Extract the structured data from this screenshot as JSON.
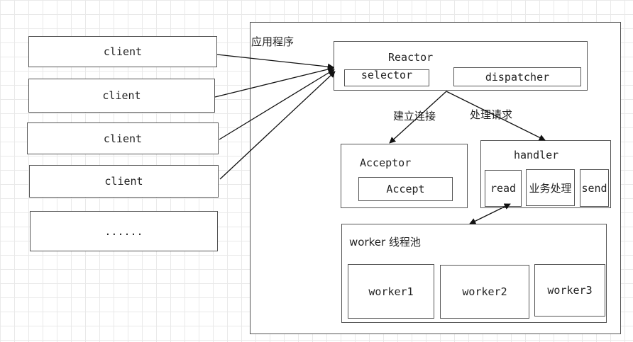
{
  "clients": [
    "client",
    "client",
    "client",
    "client",
    "......"
  ],
  "app": {
    "title": "应用程序"
  },
  "reactor": {
    "title": "Reactor",
    "selector": "selector",
    "dispatcher": "dispatcher"
  },
  "edges": {
    "connect": "建立连接",
    "process": "处理请求"
  },
  "acceptor": {
    "title": "Acceptor",
    "accept": "Accept"
  },
  "handler": {
    "title": "handler",
    "read": "read",
    "business": "业务处理",
    "send": "send"
  },
  "pool": {
    "title": "worker 线程池",
    "workers": [
      "worker1",
      "worker2",
      "worker3"
    ]
  }
}
